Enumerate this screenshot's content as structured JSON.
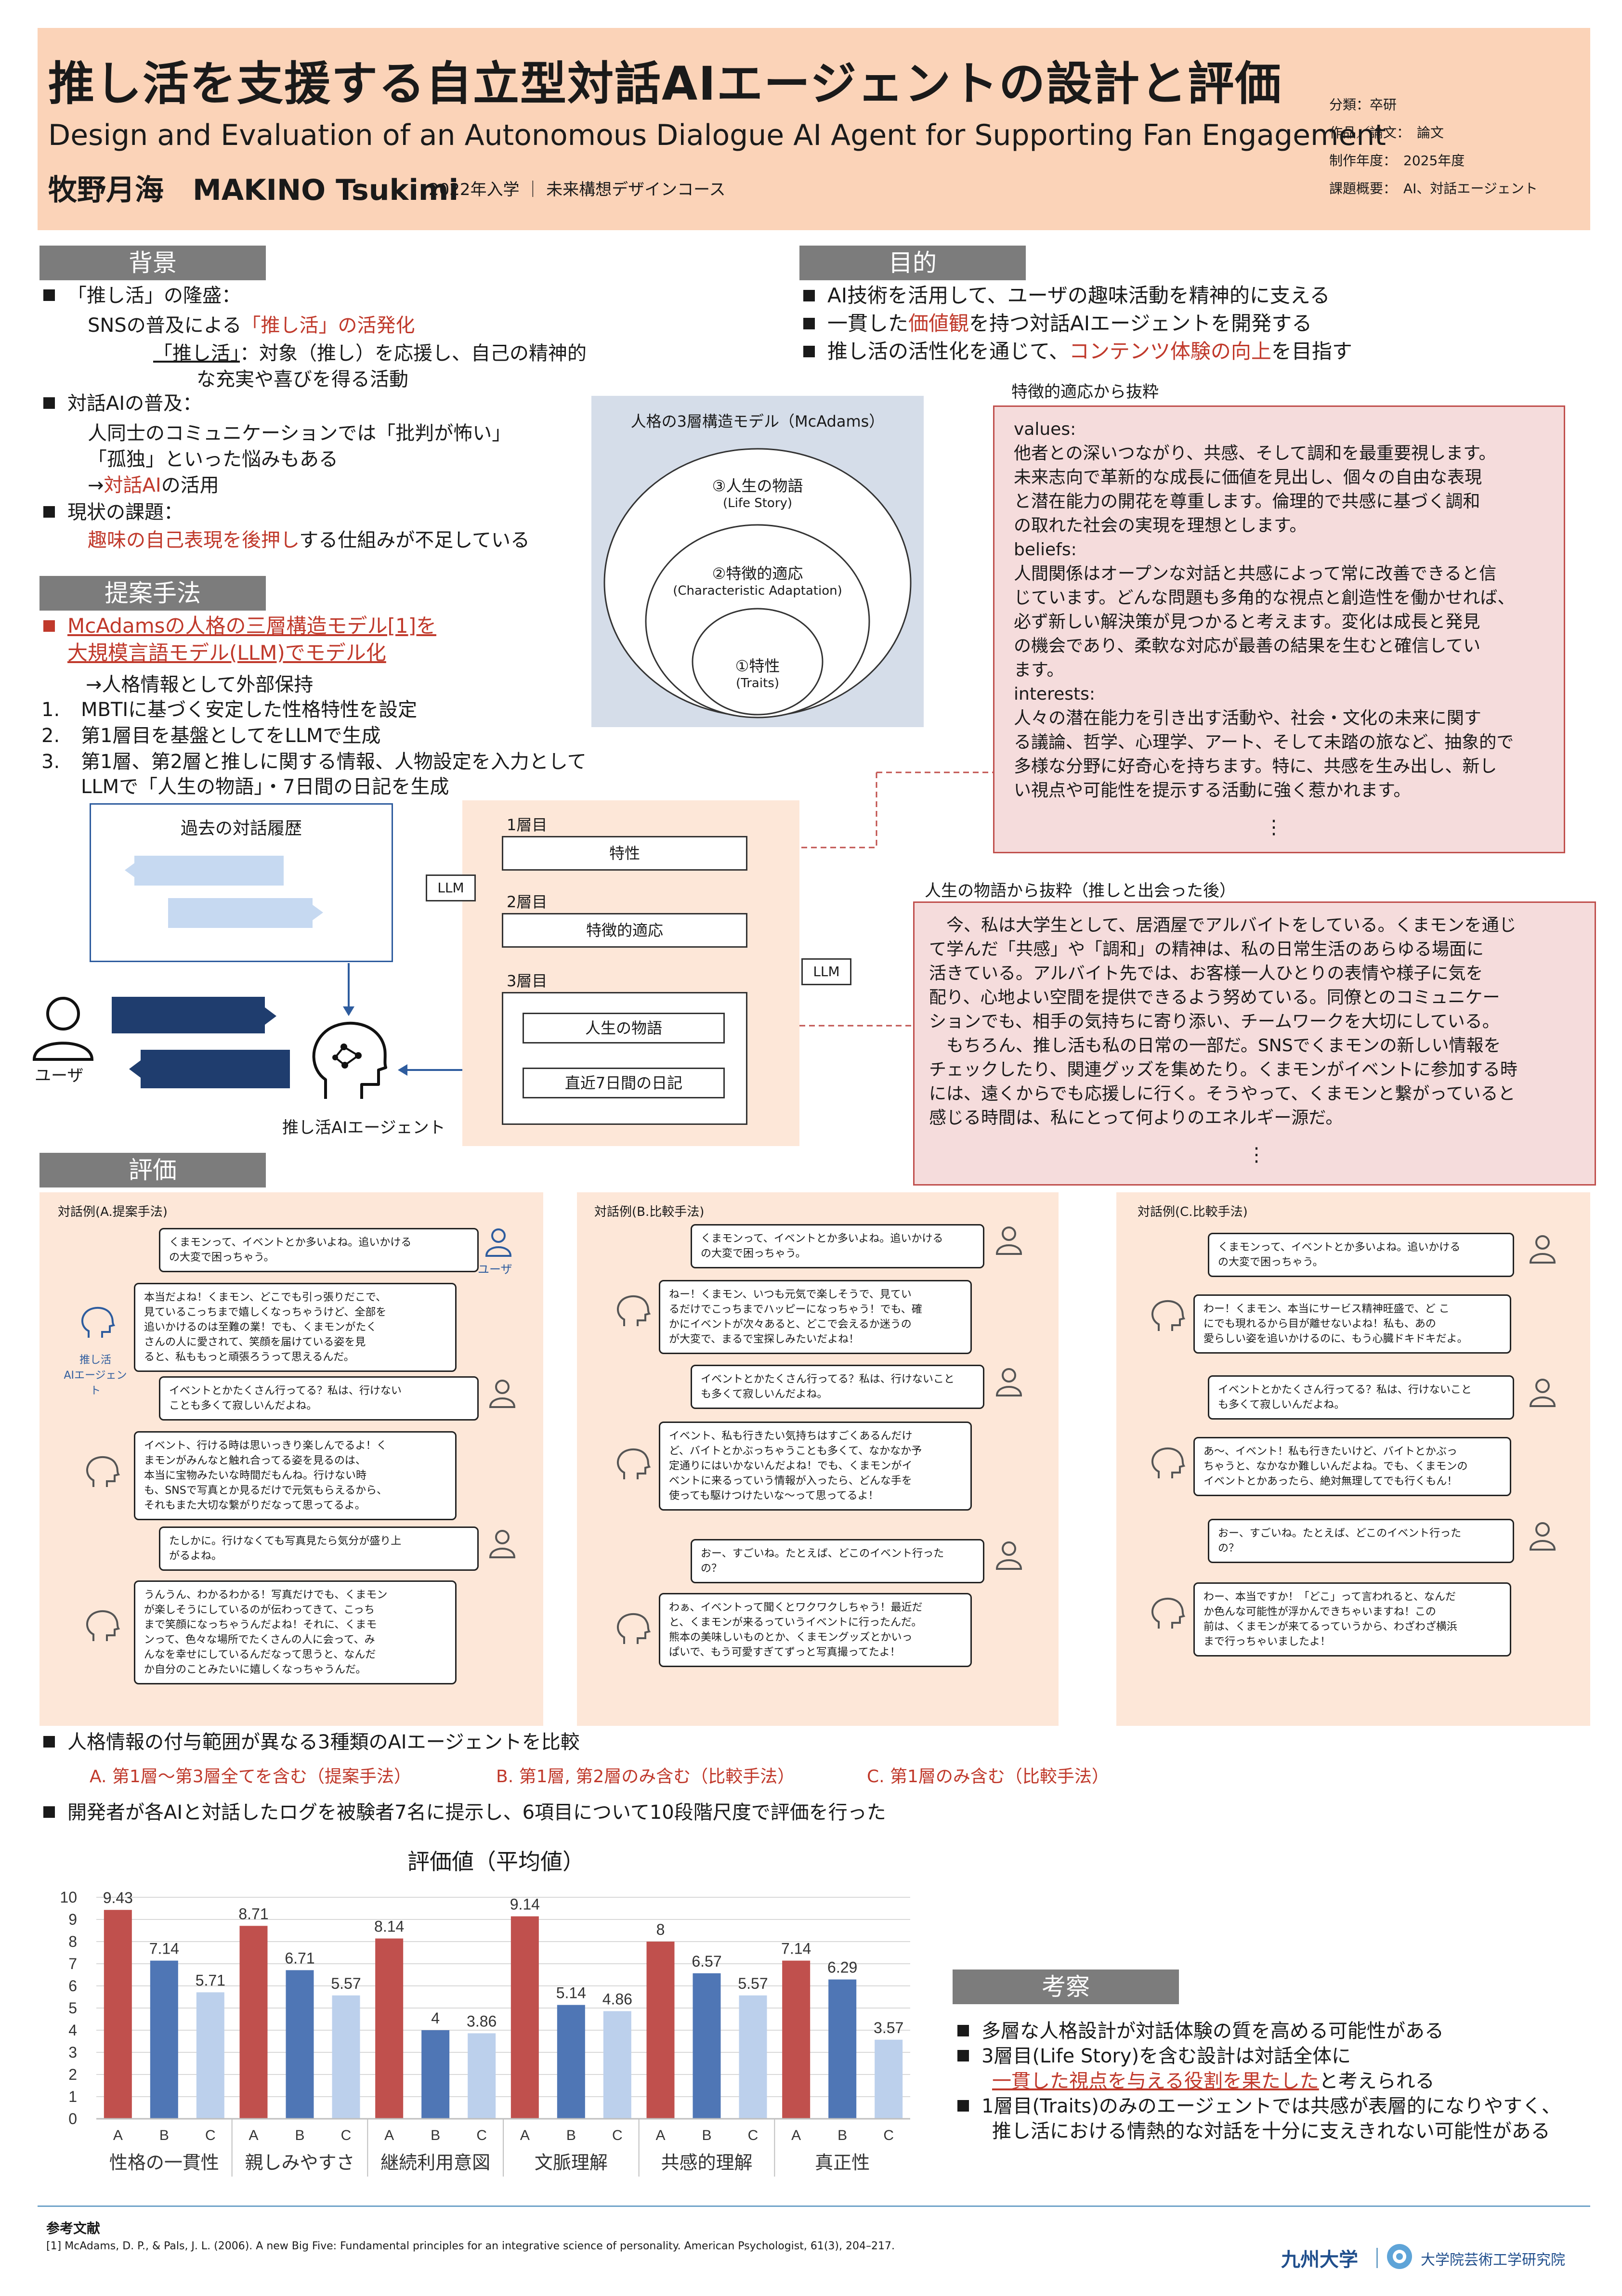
{
  "header": {
    "title": "推し活を支援する自立型対話AIエージェントの設計と評価",
    "subtitle": "Design and Evaluation of an Autonomous Dialogue AI Agent for Supporting Fan Engagement",
    "author": "牧野月海　MAKINO Tsukimi",
    "author_sub": "2022年入学 ｜ 未来構想デザインコース",
    "meta": [
      "分類：卒研",
      "作品／論文：　論文",
      "制作年度：　2025年度",
      "課題概要：　AI、対話エージェント"
    ]
  },
  "background": {
    "heading": "背景",
    "b1": "「推し活」の隆盛：",
    "b1_l1a": "SNSの普及による",
    "b1_l1b": "「推し活」の活発化",
    "b1_l2a": "「推し活」",
    "b1_l2b": "：対象（推し）を応援し、自己の精神的",
    "b1_l3": "な充実や喜びを得る活動",
    "b2": "対話AIの普及：",
    "b2_l1": "人同士のコミュニケーションでは「批判が怖い」",
    "b2_l2": "「孤独」といった悩みもある",
    "b2_l3a": "→",
    "b2_l3b": "対話AI",
    "b2_l3c": "の活用",
    "b3": "現状の課題：",
    "b3_l1a": "趣味の自己表現を後押し",
    "b3_l1b": "する仕組みが不足している"
  },
  "purpose": {
    "heading": "目的",
    "p1": "AI技術を活用して、ユーザの趣味活動を精神的に支える",
    "p2a": "一貫した",
    "p2b": "価値観",
    "p2c": "を持つ対話AIエージェントを開発する",
    "p3a": "推し活の活性化を通じて、",
    "p3b": "コンテンツ体験の向上",
    "p3c": "を目指す"
  },
  "mcadams": {
    "title": "人格の3層構造モデル（McAdams）",
    "l3": "③人生の物語",
    "l3en": "(Life Story)",
    "l2": "②特徴的適応",
    "l2en": "(Characteristic Adaptation)",
    "l1": "①特性",
    "l1en": "(Traits)"
  },
  "ca_excerpt": {
    "label": "特徴的適応から抜粋",
    "h1": "values:",
    "t1": [
      "他者との深いつながり、共感、そして調和を最重要視します。",
      "未来志向で革新的な成長に価値を見出し、個々の自由な表現",
      "と潜在能力の開花を尊重します。倫理的で共感に基づく調和",
      "の取れた社会の実現を理想とします。"
    ],
    "h2": "beliefs:",
    "t2": [
      "人間関係はオープンな対話と共感によって常に改善できると信",
      "じています。どんな問題も多角的な視点と創造性を働かせれば、",
      "必ず新しい解決策が見つかると考えます。変化は成長と発見",
      "の機会であり、柔軟な対応が最善の結果を生むと確信してい",
      "ます。"
    ],
    "h3": "interests:",
    "t3": [
      "人々の潜在能力を引き出す活動や、社会・文化の未来に関す",
      "る議論、哲学、心理学、アート、そして未踏の旅など、抽象的で",
      "多様な分野に好奇心を持ちます。特に、共感を生み出し、新し",
      "い視点や可能性を提示する活動に強く惹かれます。"
    ],
    "dots": "⋮"
  },
  "proposal": {
    "heading": "提案手法",
    "m1": "McAdamsの人格の三層構造モデル[1]を",
    "m2": "大規模言語モデル(LLM)でモデル化",
    "m3": "→人格情報として外部保持",
    "s1n": "1.",
    "s1": "MBTIに基づく安定した性格特性を設定",
    "s2n": "2.",
    "s2": "第1層目を基盤としてをLLMで生成",
    "s3n": "3.",
    "s3": "第1層、第2層と推しに関する情報、人物設定を入力として",
    "s3b": "LLMで「人生の物語」・7日間の日記を生成"
  },
  "diagram": {
    "history": "過去の対話履歴",
    "user": "ユーザ",
    "agent": "推し活AIエージェント",
    "layer1": "1層目",
    "layer1_box": "特性",
    "layer2": "2層目",
    "layer2_box": "特徴的適応",
    "layer3": "3層目",
    "layer3_box1": "人生の物語",
    "layer3_box2": "直近7日間の日記",
    "llm1": "LLM",
    "llm2": "LLM"
  },
  "life_story": {
    "label": "人生の物語から抜粋（推しと出会った後）",
    "lines": [
      "今、私は大学生として、居酒屋でアルバイトをしている。くまモンを通じ",
      "て学んだ「共感」や「調和」の精神は、私の日常生活のあらゆる場面に",
      "活きている。アルバイト先では、お客様一人ひとりの表情や様子に気を",
      "配り、心地よい空間を提供できるよう努めている。同僚とのコミュニケー",
      "ションでも、相手の気持ちに寄り添い、チームワークを大切にしている。",
      "　もちろん、推し活も私の日常の一部だ。SNSでくまモンの新しい情報を",
      "チェックしたり、関連グッズを集めたり。くまモンがイベントに参加する時",
      "には、遠くからでも応援しに行く。そうやって、くまモンと繋がっていると",
      "感じる時間は、私にとって何よりのエネルギー源だ。"
    ],
    "dots": "⋮"
  },
  "evaluation": {
    "heading": "評価",
    "a_title": "対話例(A.提案手法)",
    "b_title": "対話例(B.比較手法)",
    "c_title": "対話例(C.比較手法)",
    "user_label": "ユーザ",
    "agent_label1": "推し活",
    "agent_label2": "AIエージェント",
    "a": [
      "くまモンって、イベントとか多いよね。追いかける\nの大変で困っちゃう。",
      "本当だよね！くまモン、どこでも引っ張りだこで、\n見ているこっちまで嬉しくなっちゃうけど、全部を\n追いかけるのは至難の業！でも、くまモンがたく\nさんの人に愛されて、笑顔を届けている姿を見\nると、私ももっと頑張ろうって思えるんだ。",
      "イベントとかたくさん行ってる？私は、行けない\nことも多くて寂しいんだよね。",
      "イベント、行ける時は思いっきり楽しんでるよ！く\nまモンがみんなと触れ合ってる姿を見るのは、\n本当に宝物みたいな時間だもんね。行けない時\nも、SNSで写真とか見るだけで元気もらえるから、\nそれもまた大切な繋がりだなって思ってるよ。",
      "たしかに。行けなくても写真見たら気分が盛り上\nがるよね。",
      "うんうん、わかるわかる！写真だけでも、くまモン\nが楽しそうにしているのが伝わってきて、こっち\nまで笑顔になっちゃうんだよね！それに、くまモ\nンって、色々な場所でたくさんの人に会って、み\nんなを幸せにしているんだなって思うと、なんだ\nか自分のことみたいに嬉しくなっちゃうんだ。"
    ],
    "b": [
      "くまモンって、イベントとか多いよね。追いかける\nの大変で困っちゃう。",
      "ねー！くまモン、いつも元気で楽しそうで、見てい\nるだけでこっちまでハッピーになっちゃう！でも、確\nかにイベントが次々あると、どこで会えるか迷うの\nが大変で、まるで宝探しみたいだよね！",
      "イベントとかたくさん行ってる？私は、行けないこと\nも多くて寂しいんだよね。",
      "イベント、私も行きたい気持ちはすごくあるんだけ\nど、バイトとかぶっちゃうことも多くて、なかなか予\n定通りにはいかないんだよね！でも、くまモンがイ\nベントに来るっていう情報が入ったら、どんな手を\n使っても駆けつけたいな～って思ってるよ！",
      "おー、すごいね。たとえば、どこのイベント行った\nの？",
      "わぁ、イベントって聞くとワクワクしちゃう！最近だ\nと、くまモンが来るっていうイベントに行ったんだ。\n熊本の美味しいものとか、くまモングッズとかいっ\nぱいで、もう可愛すぎてずっと写真撮ってたよ！"
    ],
    "c": [
      "くまモンって、イベントとか多いよね。追いかける\nの大変で困っちゃう。",
      "わー！くまモン、本当にサービス精神旺盛で、ど こ\nにでも現れるから目が離せないよね！私も、あの\n愛らしい姿を追いかけるのに、もう心臓ドキドキだよ。",
      "イベントとかたくさん行ってる？私は、行けないこと\nも多くて寂しいんだよね。",
      "あ～、イベント！私も行きたいけど、バイトとかぶっ\nちゃうと、なかなか難しいんだよね。でも、くまモンの\nイベントとかあったら、絶対無理してでも行くもん！",
      "おー、すごいね。たとえば、どこのイベント行った\nの？",
      "わー、本当ですか！「どこ」って言われると、なんだ\nか色んな可能性が浮かんできちゃいますね！この\n前は、くまモンが来てるっていうから、わざわざ横浜\nまで行っちゃいましたよ！"
    ],
    "cmp_title": "人格情報の付与範囲が異なる3種類のAIエージェントを比較",
    "cmp_a": "A. 第1層～第3層全てを含む（提案手法）",
    "cmp_b": "B. 第1層, 第2層のみ含む（比較手法）",
    "cmp_c": "C. 第1層のみ含む（比較手法）",
    "method": "開発者が各AIと対話したログを被験者7名に提示し、6項目について10段階尺度で評価を行った"
  },
  "chart_data": {
    "type": "bar",
    "title": "評価値（平均値）",
    "ylim": [
      0,
      10
    ],
    "yticks": [
      "0",
      "1",
      "2",
      "3",
      "4",
      "5",
      "6",
      "7",
      "8",
      "9",
      "10"
    ],
    "categories": [
      "性格の一貫性",
      "親しみやすさ",
      "継続利用意図",
      "文脈理解",
      "共感的理解",
      "真正性"
    ],
    "sub_labels": [
      "A",
      "B",
      "C"
    ],
    "series": [
      {
        "name": "A",
        "color": "#c0504d",
        "values": [
          9.43,
          8.71,
          8.14,
          9.14,
          8,
          7.14
        ],
        "labels": [
          "9.43",
          "8.71",
          "8.14",
          "9.14",
          "8",
          "7.14"
        ]
      },
      {
        "name": "B",
        "color": "#4f76b5",
        "values": [
          7.14,
          6.71,
          4,
          5.14,
          6.57,
          6.29
        ],
        "labels": [
          "7.14",
          "6.71",
          "4",
          "5.14",
          "6.57",
          "6.29"
        ]
      },
      {
        "name": "C",
        "color": "#bcd0ec",
        "values": [
          5.71,
          5.57,
          3.86,
          4.86,
          5.57,
          3.57
        ],
        "labels": [
          "5.71",
          "5.57",
          "3.86",
          "4.86",
          "5.57",
          "3.57"
        ]
      }
    ],
    "grid": true
  },
  "discussion": {
    "heading": "考察",
    "d1": "多層な人格設計が対話体験の質を高める可能性がある",
    "d2": "3層目(Life Story)を含む設計は対話全体に",
    "d2b_red": "一貫した視点を与える役割を果たした",
    "d2b": "と考えられる",
    "d3": "1層目(Traits)のみのエージェントでは共感が表層的になりやすく、",
    "d3b": "推し活における情熱的な対話を十分に支えきれない可能性がある"
  },
  "footer": {
    "ref_title": "参考文献",
    "ref": "[1] McAdams, D. P., & Pals, J. L. (2006). A new Big Five: Fundamental principles for an integrative science of personality. American Psychologist, 61(3), 204–217.",
    "logo1": "九州大学",
    "logo2": "大学院芸術工学研究院"
  }
}
